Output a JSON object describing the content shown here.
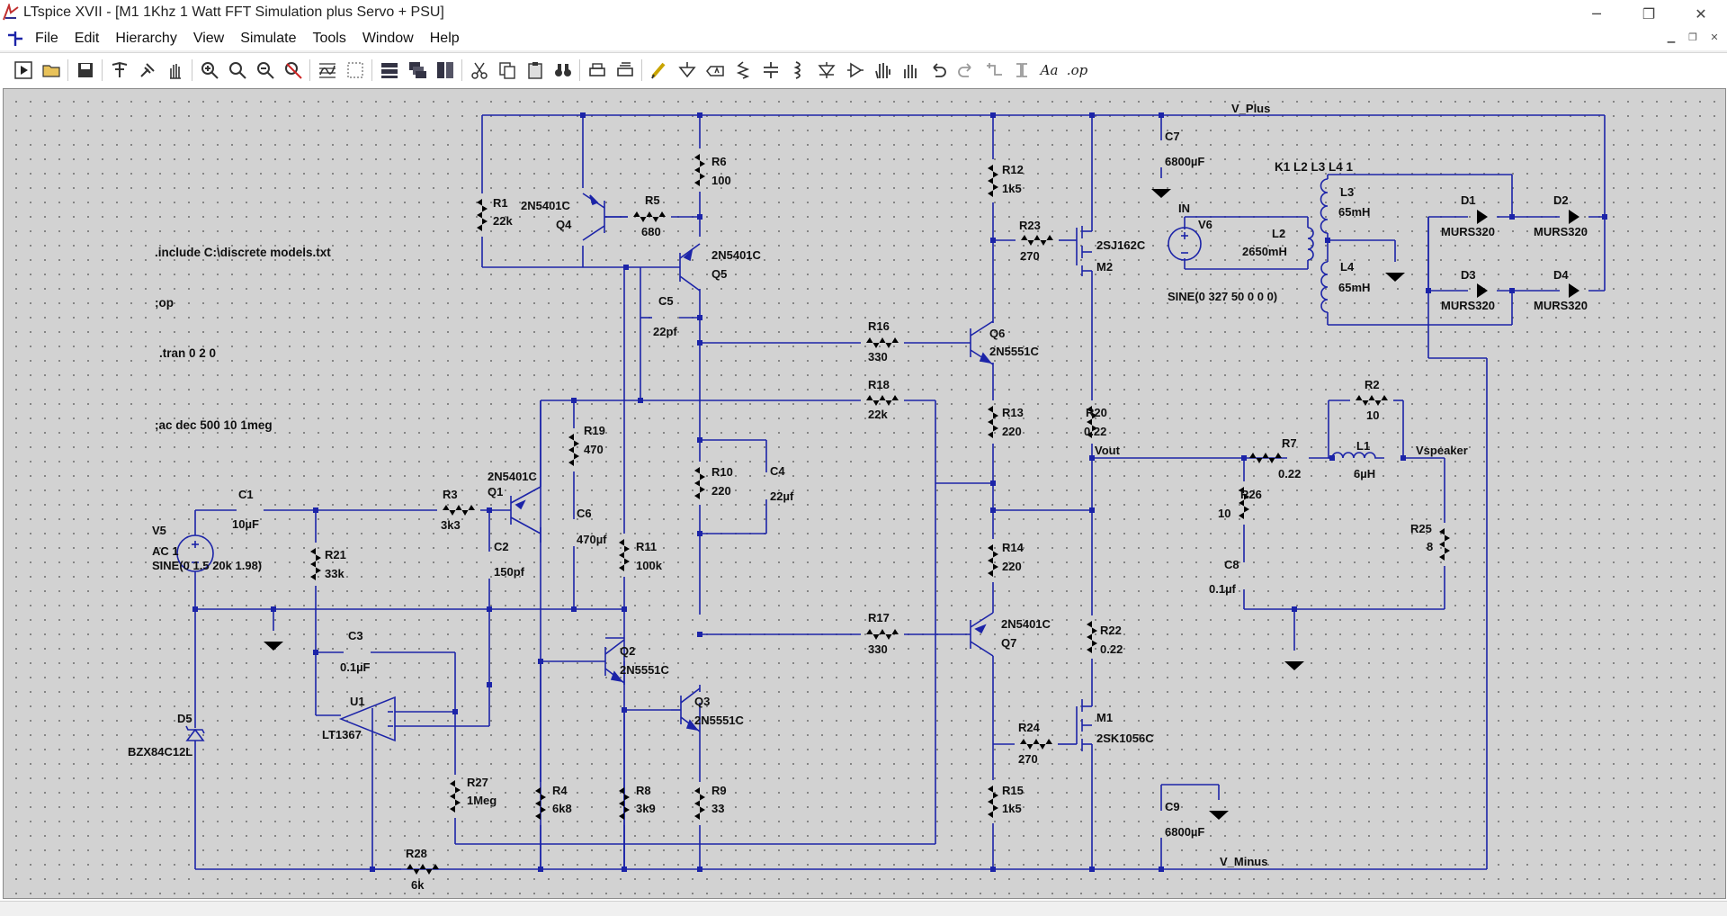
{
  "window": {
    "title": "LTspice XVII - [M1 1Khz 1 Watt FFT Simulation plus Servo + PSU]",
    "controls": [
      "─",
      "❐",
      "✕"
    ]
  },
  "menu": {
    "items": [
      "File",
      "Edit",
      "Hierarchy",
      "View",
      "Simulate",
      "Tools",
      "Window",
      "Help"
    ],
    "mdi_controls": [
      "▁",
      "❐",
      "✕"
    ]
  },
  "toolbar": {
    "font_button": "Aa",
    "op_button": ".op"
  },
  "directives": {
    "include": ".include C:\\discrete models.txt",
    "op": ";op",
    "tran": ".tran 0 2 0",
    "ac": ";ac dec 500 10 1meg"
  },
  "nets": {
    "v_plus": "V_Plus",
    "v_minus": "V_Minus",
    "vout": "Vout",
    "vspeaker": "Vspeaker",
    "in": "IN"
  },
  "coupling": "K1 L2 L3 L4 1",
  "components": {
    "R1": {
      "name": "R1",
      "value": "22k"
    },
    "R2": {
      "name": "R2",
      "value": "10"
    },
    "R3": {
      "name": "R3",
      "value": "3k3"
    },
    "R4": {
      "name": "R4",
      "value": "6k8"
    },
    "R5": {
      "name": "R5",
      "value": "680"
    },
    "R6": {
      "name": "R6",
      "value": "100"
    },
    "R7": {
      "name": "R7",
      "value": "0.22"
    },
    "R8": {
      "name": "R8",
      "value": "3k9"
    },
    "R9": {
      "name": "R9",
      "value": "33"
    },
    "R10": {
      "name": "R10",
      "value": "220"
    },
    "R11": {
      "name": "R11",
      "value": "100k"
    },
    "R12": {
      "name": "R12",
      "value": "1k5"
    },
    "R13": {
      "name": "R13",
      "value": "220"
    },
    "R14": {
      "name": "R14",
      "value": "220"
    },
    "R15": {
      "name": "R15",
      "value": "1k5"
    },
    "R16": {
      "name": "R16",
      "value": "330"
    },
    "R17": {
      "name": "R17",
      "value": "330"
    },
    "R18": {
      "name": "R18",
      "value": "22k"
    },
    "R19": {
      "name": "R19",
      "value": "470"
    },
    "R20": {
      "name": "R20",
      "value": "0.22"
    },
    "R21": {
      "name": "R21",
      "value": "33k"
    },
    "R22": {
      "name": "R22",
      "value": "0.22"
    },
    "R23": {
      "name": "R23",
      "value": "270"
    },
    "R24": {
      "name": "R24",
      "value": "270"
    },
    "R25": {
      "name": "R25",
      "value": "8"
    },
    "R26": {
      "name": "R26",
      "value": "10"
    },
    "R27": {
      "name": "R27",
      "value": "1Meg"
    },
    "R28": {
      "name": "R28",
      "value": "6k"
    },
    "C1": {
      "name": "C1",
      "value": "10µF"
    },
    "C2": {
      "name": "C2",
      "value": "150pf"
    },
    "C3": {
      "name": "C3",
      "value": "0.1µF"
    },
    "C4": {
      "name": "C4",
      "value": "22µf"
    },
    "C5": {
      "name": "C5",
      "value": "22pf"
    },
    "C6": {
      "name": "C6",
      "value": "470µf"
    },
    "C7": {
      "name": "C7",
      "value": "6800µF"
    },
    "C8": {
      "name": "C8",
      "value": "0.1µf"
    },
    "C9": {
      "name": "C9",
      "value": "6800µF"
    },
    "L1": {
      "name": "L1",
      "value": "6µH"
    },
    "L2": {
      "name": "L2",
      "value": "2650mH"
    },
    "L3": {
      "name": "L3",
      "value": "65mH"
    },
    "L4": {
      "name": "L4",
      "value": "65mH"
    },
    "Q1": {
      "name": "Q1",
      "value": "2N5401C"
    },
    "Q2": {
      "name": "Q2",
      "value": "2N5551C"
    },
    "Q3": {
      "name": "Q3",
      "value": "2N5551C"
    },
    "Q4": {
      "name": "Q4",
      "value": "2N5401C"
    },
    "Q5": {
      "name": "Q5",
      "value": "2N5401C"
    },
    "Q6": {
      "name": "Q6",
      "value": "2N5551C"
    },
    "Q7": {
      "name": "Q7",
      "value": "2N5401C"
    },
    "M1": {
      "name": "M1",
      "value": "2SK1056C"
    },
    "M2": {
      "name": "M2",
      "value": "2SJ162C"
    },
    "U1": {
      "name": "U1",
      "value": "LT1367"
    },
    "D1": {
      "name": "D1",
      "value": "MURS320"
    },
    "D2": {
      "name": "D2",
      "value": "MURS320"
    },
    "D3": {
      "name": "D3",
      "value": "MURS320"
    },
    "D4": {
      "name": "D4",
      "value": "MURS320"
    },
    "D5": {
      "name": "D5",
      "value": "BZX84C12L"
    },
    "V5": {
      "name": "V5",
      "value": "AC 1",
      "value2": "SINE(0 1.5 20k 1.98)"
    },
    "V6": {
      "name": "V6",
      "value": "SINE(0 327 50 0 0 0)"
    }
  }
}
